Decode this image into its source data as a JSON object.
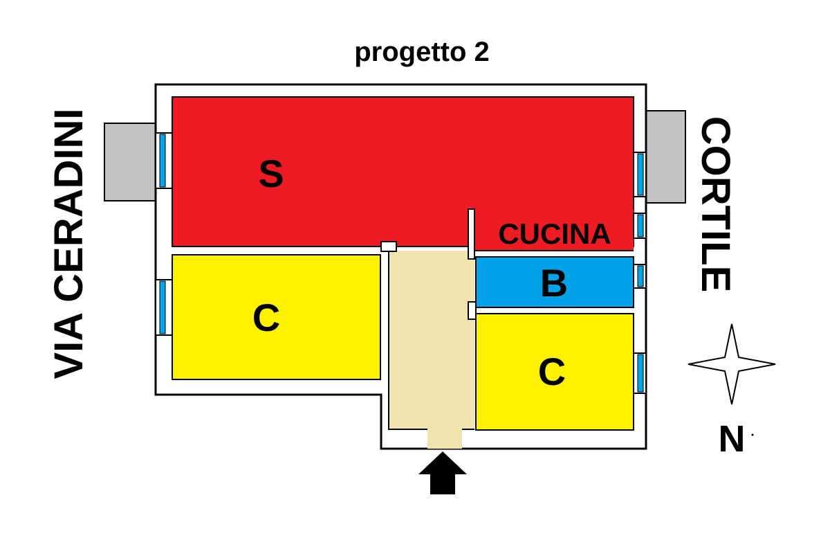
{
  "title": "progetto 2",
  "street_left": "VIA CERADINI",
  "street_right": "CORTILE",
  "compass_label": "N",
  "rooms": {
    "living": {
      "label": "S",
      "color": "#ed1c24"
    },
    "kitchen": {
      "label": "CUCINA"
    },
    "bath": {
      "label": "B",
      "color": "#00a2e8"
    },
    "bedroom_left": {
      "label": "C",
      "color": "#fff200"
    },
    "bedroom_right": {
      "label": "C",
      "color": "#fff200"
    },
    "hall": {
      "color": "#efe4b0"
    }
  },
  "colors": {
    "wall": "#000000",
    "window": "#00a2e8",
    "balcony": "#c3c3c3"
  }
}
